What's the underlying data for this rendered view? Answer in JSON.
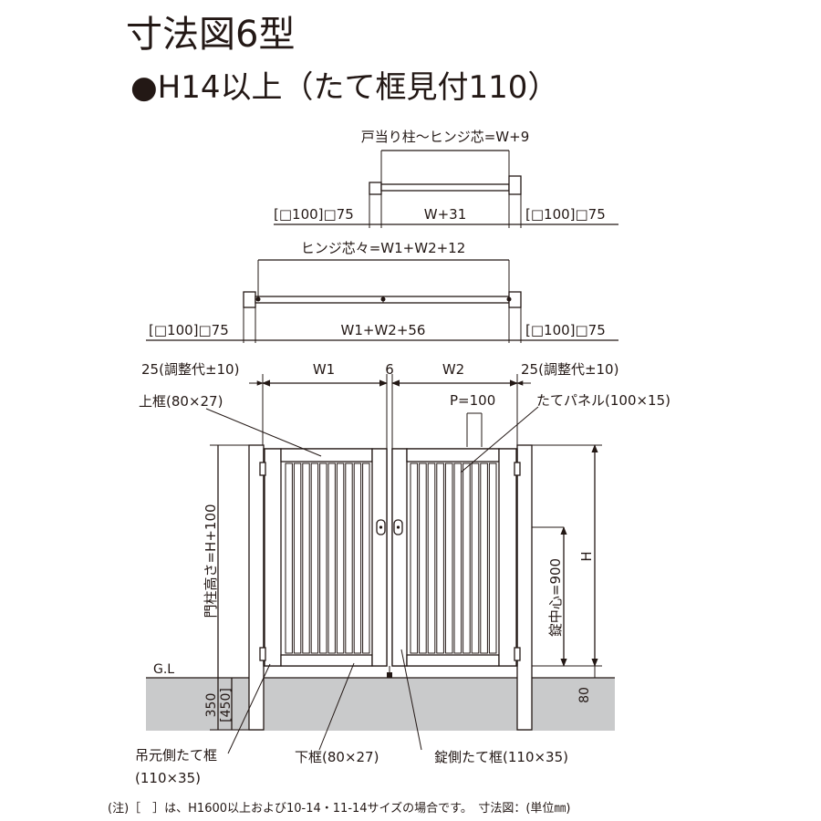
{
  "title": "寸法図6型",
  "subtitle": "●H14以上（たて框見付110）",
  "top_view_single": {
    "span_label": "戸当り柱～ヒンジ芯=W+9",
    "post_left_label": "[□100]□75",
    "width_label": "W+31",
    "post_right_label": "[□100]□75"
  },
  "top_view_double": {
    "span_label": "ヒンジ芯々=W1+W2+12",
    "post_left_label": "[□100]□75",
    "width_label": "W1+W2+56",
    "post_right_label": "[□100]□75"
  },
  "front_view": {
    "adjust_left": "25(調整代±10)",
    "w1": "W1",
    "gap": "6",
    "w2": "W2",
    "adjust_right": "25(調整代±10)",
    "top_frame": "上框(80×27)",
    "pitch": "P=100",
    "vertical_panel": "たてパネル(100×15)",
    "post_height": "門柱高さ=H+100",
    "lock_center": "錠中心=900",
    "height": "H",
    "ground_line": "G.L",
    "embed_350": "350",
    "embed_450": "[450]",
    "clearance_80": "80",
    "hinge_stile_line1": "吊元側たて框",
    "hinge_stile_line2": "(110×35)",
    "bottom_frame": "下框(80×27)",
    "lock_stile": "錠側たて框(110×35)"
  },
  "note": "(注)［　］は、H1600以上および10-14・11-14サイズの場合です。　寸法図：(単位㎜)",
  "colors": {
    "line": "#231815",
    "ground": "#c9cacb",
    "background": "#ffffff"
  }
}
